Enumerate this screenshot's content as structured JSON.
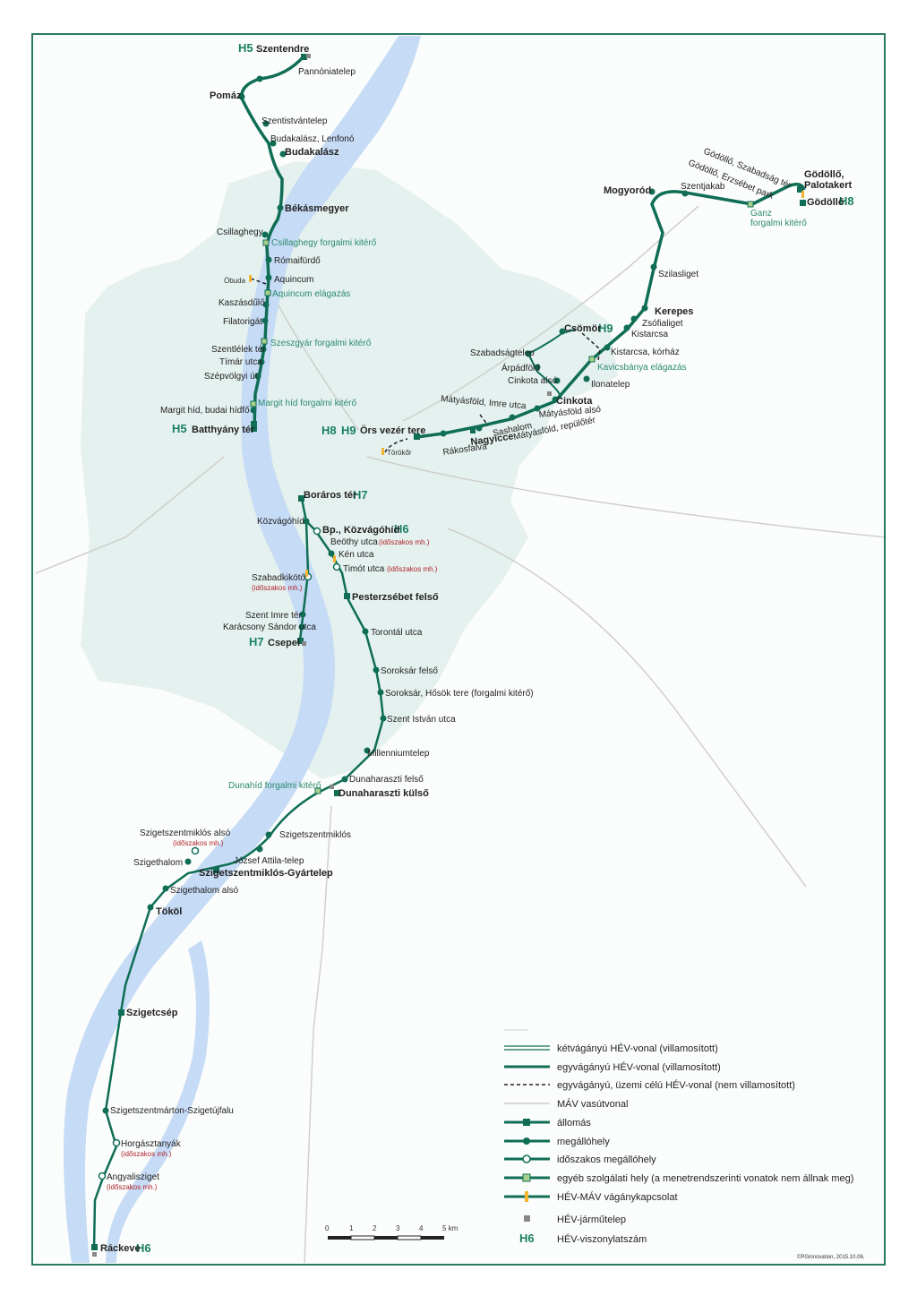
{
  "colors": {
    "line": "#0f6e55",
    "river": "#c9dcf6",
    "city": "#e6f2f0",
    "frame": "#2a7a63",
    "service": "#a8d08d",
    "connect": "#f2b431",
    "depot": "#888888"
  },
  "line_codes": {
    "h5_top": "H5",
    "h5_bottom": "H5",
    "h6_kozvagohid": "H6",
    "h6_rackeve": "H6",
    "h7_boraros": "H7",
    "h7_csepel": "H7",
    "h8_ors": "H8",
    "h9_ors": "H9",
    "h9_csomor": "H9",
    "h8_godollo": "H8"
  },
  "stations": {
    "szentendre": "Szentendre",
    "pannoniatelep": "Pannóniatelep",
    "pomaz": "Pomáz",
    "szentistvantelep": "Szentistvántelep",
    "budakalasz_lenfono": "Budakalász, Lenfonó",
    "budakalasz": "Budakalász",
    "bekasmegyer": "Békásmegyer",
    "csillaghegy": "Csillaghegy",
    "csillaghegy_kitero": "Csillaghegy forgalmi kitérő",
    "romaifurdo": "Rómaifürdő",
    "obuda": "Óbuda",
    "aquincum": "Aquincum",
    "aquincum_elagazas": "Aquincum elágazás",
    "kaszasdulo": "Kaszásdűlő",
    "filatorigat": "Filatorigát",
    "szeszgyar": "Szeszgyár forgalmi kitérő",
    "szentlelek": "Szentlélek tér",
    "timar": "Tímár utca",
    "szepvolgyi": "Szépvölgyi út",
    "margit_hid": "Margit híd, budai hídfő",
    "margit_kitero": "Margit híd forgalmi kitérő",
    "batthyany": "Batthyány tér",
    "mogyorod": "Mogyoród",
    "szentjakab": "Szentjakab",
    "godollo_erzsebet": "Gödöllő, Erzsébet park",
    "godollo_szabadsag": "Gödöllő, Szabadság tér",
    "godollo_palotakert_1": "Gödöllő,",
    "godollo_palotakert_2": "Palotakert",
    "godollo": "Gödöllő",
    "ganz_1": "Ganz",
    "ganz_2": "forgalmi kitérő",
    "szilasliget": "Szilasliget",
    "kerepes": "Kerepes",
    "zsofialiget": "Zsófialiget",
    "kistarcsa": "Kistarcsa",
    "kistarcsa_korhaz": "Kistarcsa, kórház",
    "kavicsbanya": "Kavicsbánya elágazás",
    "csomor": "Csömör",
    "szabadsagtelep": "Szabadságtelep",
    "arpadfold": "Árpádföld",
    "cinkota_also": "Cinkota alsó",
    "ilonatelep": "Ilonatelep",
    "cinkota": "Cinkota",
    "matyasfold_imre": "Mátyásföld, Imre utca",
    "matyasfold_also": "Mátyásföld alsó",
    "matyasfold_repuloter": "Mátyásföld, repülőtér",
    "sashalom": "Sashalom",
    "nagyicce": "Nagyicce",
    "rakosfalva": "Rákosfalva",
    "ors_vezer": "Örs vezér tere",
    "torokor": "Törökőr",
    "boraros": "Boráros tér",
    "kozvagohid": "Közvágóhíd",
    "bp_kozvagohid": "Bp., Közvágóhíd",
    "beothy": "Beöthy utca",
    "ken": "Kén utca",
    "timot": "Timót utca",
    "szabadkikoto": "Szabadkikötő",
    "pesterzsebet": "Pesterzsébet felső",
    "szent_imre": "Szent Imre tér",
    "karacsony": "Karácsony Sándor utca",
    "csepel": "Csepel",
    "torontal": "Torontál utca",
    "soroksar_felso": "Soroksár felső",
    "soroksar_hosok": "Soroksár, Hősök tere (forgalmi kitérő)",
    "szent_istvan": "Szent István utca",
    "millenniumtelep": "Millenniumtelep",
    "dunaharaszti_felso": "Dunaharaszti felső",
    "dunahid": "Dunahíd forgalmi kitérő",
    "dunaharaszti_kulso": "Dunaharaszti külső",
    "szigetszentmiklos_also": "Szigetszentmiklós alsó",
    "szigetszentmiklos": "Szigetszentmiklós",
    "jozsef_attila": "József Attila-telep",
    "szigethalom": "Szigethalom",
    "gyartelep": "Szigetszentmiklós-Gyártelep",
    "szigethalom_also": "Szigethalom alsó",
    "tokol": "Tököl",
    "szigetcsep": "Szigetcsép",
    "szigetszentmarton": "Szigetszentmárton-Szigetújfalu",
    "horgasztanyak": "Horgásztanyák",
    "angyalisziget": "Angyalisziget",
    "rackeve": "Ráckeve",
    "idoszakos": "(időszakos mh.)"
  },
  "legend": {
    "items": [
      {
        "label": "kétvágányú HÉV-vonal (villamosított)"
      },
      {
        "label": "egyvágányú HÉV-vonal (villamosított)"
      },
      {
        "label": "egyvágányú, üzemi célú HÉV-vonal (nem villamosított)"
      },
      {
        "label": "MÁV vasútvonal"
      },
      {
        "label": "állomás"
      },
      {
        "label": "megállóhely"
      },
      {
        "label": "időszakos megállóhely"
      },
      {
        "label": "egyéb szolgálati hely (a menetrendszerinti vonatok nem állnak meg)"
      },
      {
        "label": "HÉV-MÁV vágánykapcsolat"
      },
      {
        "label": "HÉV-járműtelep"
      },
      {
        "label": "HÉV-viszonylatszám",
        "code": "H6"
      }
    ]
  },
  "scale": {
    "ticks": [
      "0",
      "1",
      "2",
      "3",
      "4",
      "5 km"
    ]
  },
  "credit": "©PGinnovation, 2015.10.06."
}
